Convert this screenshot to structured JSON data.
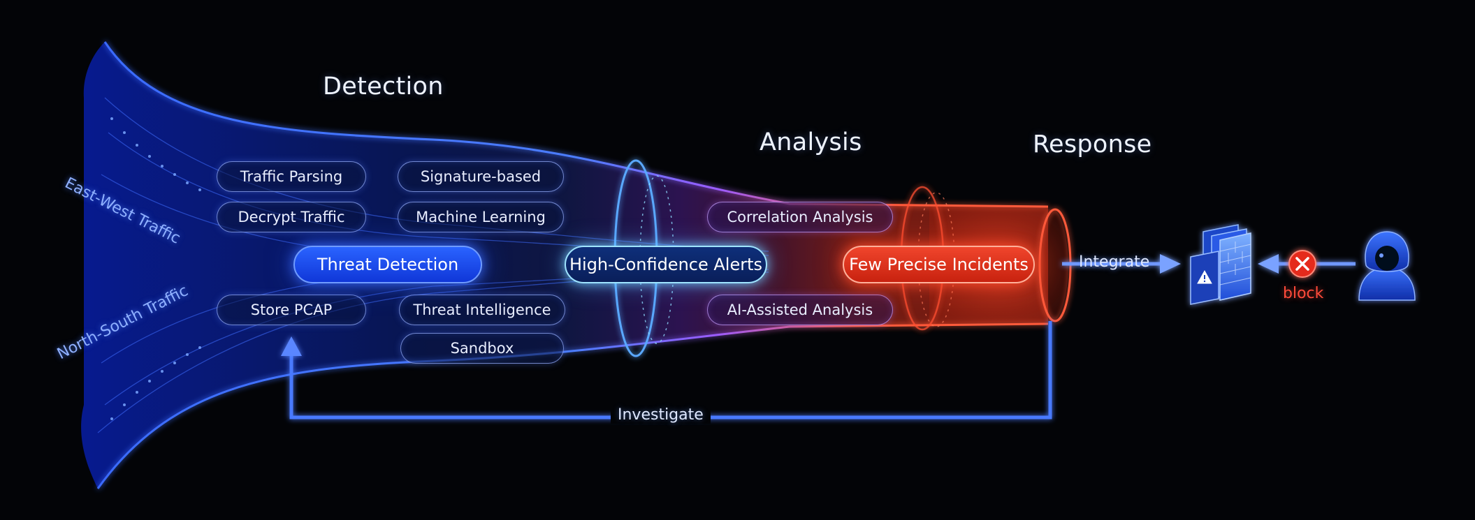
{
  "headings": {
    "detection": "Detection",
    "analysis": "Analysis",
    "response": "Response"
  },
  "traffic": {
    "east_west": "East-West Traffic",
    "north_south": "North-South Traffic"
  },
  "detection_capabilities": {
    "traffic_parsing": "Traffic Parsing",
    "decrypt_traffic": "Decrypt Traffic",
    "store_pcap": "Store PCAP",
    "signature_based": "Signature-based",
    "machine_learning": "Machine Learning",
    "threat_intelligence": "Threat Intelligence",
    "sandbox": "Sandbox"
  },
  "analysis_capabilities": {
    "correlation_analysis": "Correlation Analysis",
    "ai_assisted_analysis": "AI-Assisted Analysis"
  },
  "stages": {
    "threat_detection": "Threat Detection",
    "high_confidence_alerts": "High-Confidence Alerts",
    "few_precise_incidents": "Few Precise Incidents"
  },
  "flow": {
    "integrate": "Integrate",
    "investigate": "Investigate",
    "block": "block"
  },
  "icons": {
    "firewall": "firewall-icon",
    "warning": "warning-icon",
    "block": "block-x-icon",
    "attacker": "hooded-attacker-icon"
  },
  "colors": {
    "background": "#030407",
    "detection_blue": "#1f4dff",
    "analysis_violet": "#8a3cff",
    "response_red": "#ff3a22",
    "alert_cyan": "#8fdcff",
    "block_red": "#ff4a3a"
  }
}
